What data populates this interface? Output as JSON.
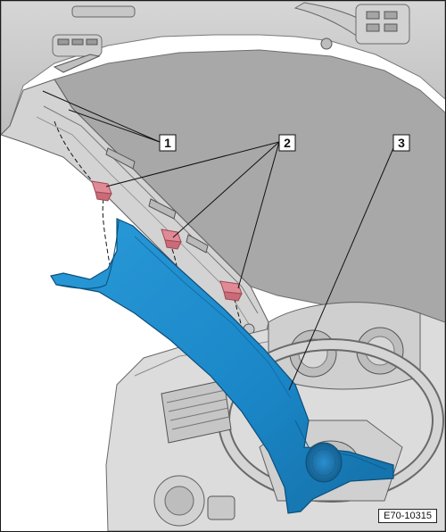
{
  "figure": {
    "reference_code": "E70-10315",
    "callouts": [
      {
        "number": "1"
      },
      {
        "number": "2"
      },
      {
        "number": "3"
      }
    ]
  },
  "colors": {
    "trim_panel": "#1a86c7",
    "trim_panel_edge": "#0b4f7a",
    "clips": "#e08a96",
    "body_grey": "#c9c9c9",
    "windshield": "#a3a3a3",
    "leader_line": "#111111"
  },
  "parts": [
    {
      "callout": "1",
      "icon": "pillar-frame-icon"
    },
    {
      "callout": "2",
      "icon": "retaining-clip-icon"
    },
    {
      "callout": "3",
      "icon": "a-pillar-trim-icon"
    }
  ]
}
